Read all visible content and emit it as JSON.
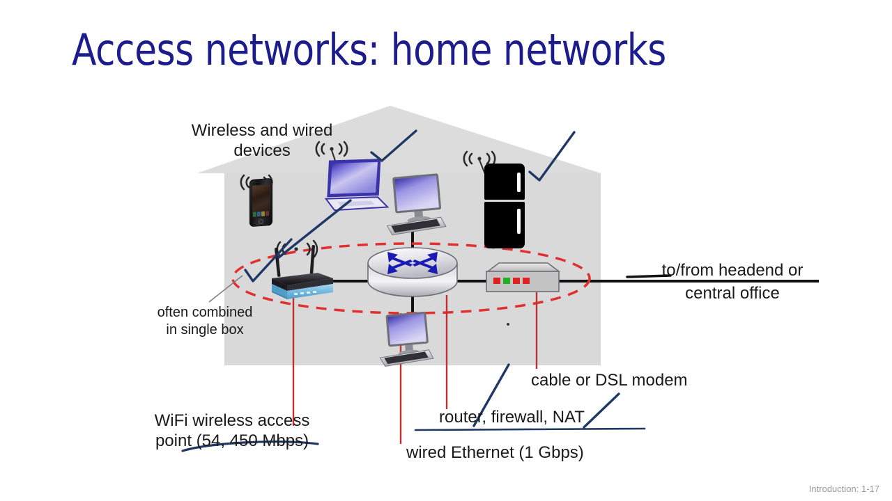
{
  "slide": {
    "title": "Access networks: home networks",
    "footer": "Introduction: 1-17",
    "title_color": "#1c1c8c",
    "background_color": "#ffffff",
    "house_color": "#d9d9d9",
    "highlight_ellipse_color": "#e03030",
    "leader_line_color": "#c03030",
    "ink_annotation_color": "#1f3864"
  },
  "labels": {
    "wireless_wired_devices": "Wireless and wired\ndevices",
    "often_combined": "often combined\nin single box",
    "wifi_access_point": "WiFi wireless access\npoint (54, 450 Mbps)",
    "wired_ethernet": "wired Ethernet (1 Gbps)",
    "router_firewall_nat": "router, firewall, NAT",
    "cable_dsl_modem": "cable or DSL modem",
    "headend": "to/from headend or\ncentral office"
  },
  "devices": [
    {
      "id": "smartphone",
      "name": "smartphone",
      "connection": "wireless"
    },
    {
      "id": "laptop",
      "name": "laptop",
      "connection": "wireless"
    },
    {
      "id": "desktop-upper",
      "name": "desktop computer",
      "connection": "wired"
    },
    {
      "id": "smart-refrigerator",
      "name": "smart refrigerator",
      "connection": "wireless"
    },
    {
      "id": "wifi-access-point",
      "name": "WiFi wireless access point",
      "connection": "wireless"
    },
    {
      "id": "router",
      "name": "router / firewall / NAT",
      "connection": "wired"
    },
    {
      "id": "modem",
      "name": "cable or DSL modem",
      "connection": "wired"
    },
    {
      "id": "desktop-lower",
      "name": "desktop computer",
      "connection": "wired"
    }
  ],
  "modem_leds": [
    "#e02020",
    "#20b020",
    "#e02020",
    "#e02020"
  ],
  "speeds": {
    "wifi": "54, 450 Mbps",
    "ethernet": "1 Gbps"
  }
}
